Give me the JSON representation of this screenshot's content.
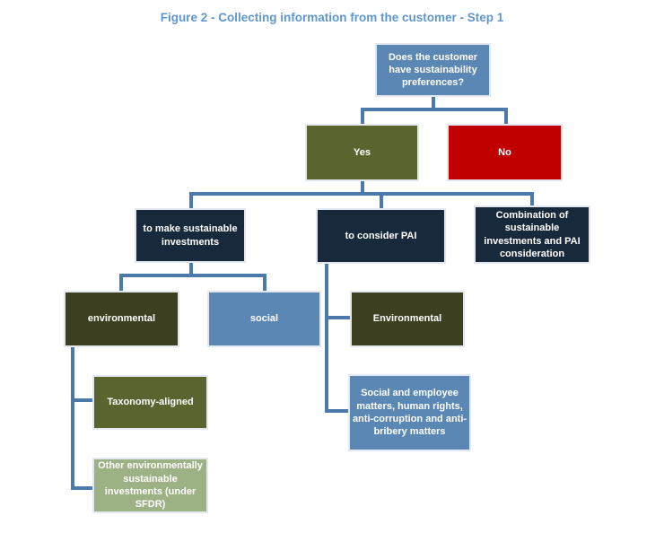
{
  "title": "Figure 2 - Collecting information from the customer - Step 1",
  "nodes": {
    "question": {
      "label": "Does the customer have sustainability preferences?"
    },
    "yes": {
      "label": "Yes"
    },
    "no": {
      "label": "No"
    },
    "make_si": {
      "label": "to make sustainable investments"
    },
    "consider_pai": {
      "label": "to consider PAI"
    },
    "combination": {
      "label": "Combination of sustainable investments and PAI consideration"
    },
    "environmental": {
      "label": "environmental"
    },
    "social": {
      "label": "social"
    },
    "environmental_pai": {
      "label": "Environmental"
    },
    "taxonomy": {
      "label": "Taxonomy-aligned"
    },
    "other_sustainable": {
      "label": "Other environmentally sustainable investments (under SFDR)"
    },
    "social_matters": {
      "label": "Social  and employee matters, human rights, anti-corruption and anti-bribery matters"
    }
  },
  "colors": {
    "title_text": "#5f97cd",
    "steel_blue": "#5b87b4",
    "olive_green": "#59652f",
    "dark_olive": "#3c4021",
    "red": "#c00000",
    "dark_navy": "#17293b",
    "sage_green": "#9cb284",
    "connector": "#4b79a9"
  }
}
